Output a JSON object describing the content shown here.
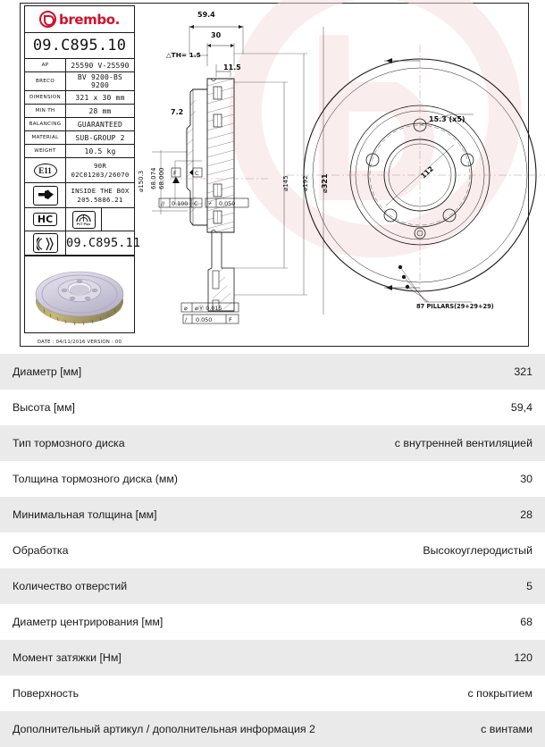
{
  "colors": {
    "brand_red": "#d0112b",
    "watermark_pink": "#f7dcdc",
    "row_gray": "#eaeaea",
    "row_white": "#ffffff",
    "text": "#1a1a1a"
  },
  "title_block": {
    "brand": "brembo.",
    "part_number": "09.C895.10",
    "rows": [
      {
        "key": "AP",
        "value": "25590 V-25590"
      },
      {
        "key": "BRECO",
        "value": "BV 9200-BS 9200"
      },
      {
        "key": "DIMENSION",
        "value": "321 x 30 mm"
      },
      {
        "key": "MIN TH",
        "value": "28 mm"
      },
      {
        "key": "BALANCING",
        "value": "GUARANTEED"
      },
      {
        "key": "MATERIAL",
        "value": "SUB-GROUP 2"
      },
      {
        "key": "WEIGHT",
        "value": "10.5 kg"
      }
    ],
    "homologation": {
      "badge": "E11",
      "line1": "90R",
      "line2": "02C01203/26070"
    },
    "inside_box": {
      "line1": "INSIDE THE BOX",
      "line2": "205.5886.21"
    },
    "hc_badge": "HC",
    "pvt_badge": "PVT Plus",
    "secondary_part_number": "09.C895.11",
    "footer": "DATE : 04/11/2016   VERSION : 00"
  },
  "drawing": {
    "dimensions": {
      "overall_height": "59.4",
      "disc_thickness": "30",
      "th_tolerance": "△TH= 1.5",
      "hat_offset": "11.5",
      "step": "7.2",
      "bore_outer": "Ø150.3",
      "hub_bore_max": "68.074",
      "hub_bore_min": "68.000",
      "inner_dia": "Ø145",
      "mid_dia": "Ø192",
      "outer_dia": "Ø321",
      "bolt_hole": "15.3 (x5)",
      "pcd": "112",
      "pillars": "87 PILLARS(29+29+29)"
    },
    "datums": {
      "c": "C",
      "f": "F"
    },
    "tolerances": {
      "parallel": "// 0.100 C",
      "flatness": "0.050",
      "position": "⌀Ⓥ 0.015",
      "runout": "/ 0.050 F"
    }
  },
  "specs": {
    "rows": [
      {
        "label": "Диаметр [мм]",
        "value": "321"
      },
      {
        "label": "Высота [мм]",
        "value": "59,4"
      },
      {
        "label": "Тип тормозного диска",
        "value": "с внутренней вентиляцией"
      },
      {
        "label": "Толщина тормозного диска (мм)",
        "value": "30"
      },
      {
        "label": "Минимальная толщина [мм]",
        "value": "28"
      },
      {
        "label": "Обработка",
        "value": "Высокоуглеродистый"
      },
      {
        "label": "Количество отверстий",
        "value": "5"
      },
      {
        "label": "Диаметр центрирования [мм]",
        "value": "68"
      },
      {
        "label": "Момент затяжки [Нм]",
        "value": "120"
      },
      {
        "label": "Поверхность",
        "value": "с покрытием"
      },
      {
        "label": "Дополнительный артикул / дополнительная информация 2",
        "value": "с винтами"
      }
    ]
  }
}
